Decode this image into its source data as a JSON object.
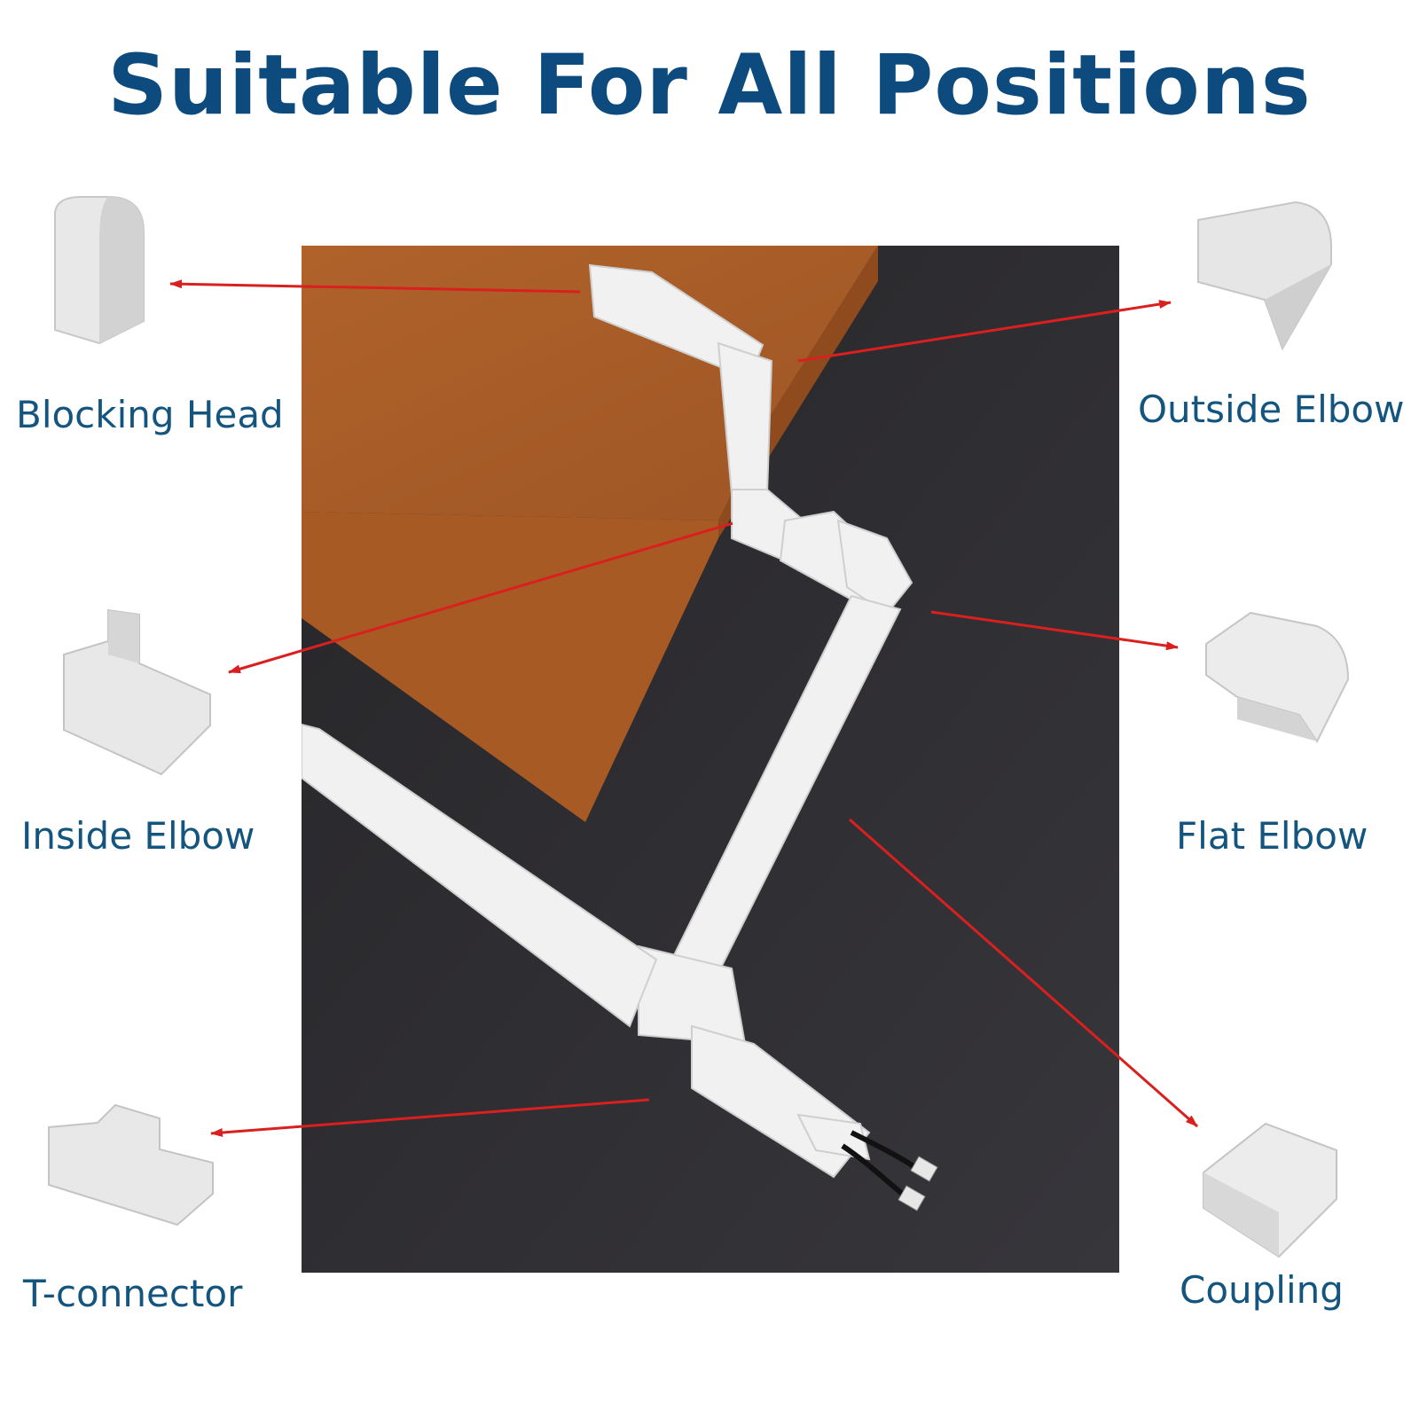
{
  "title": "Suitable For All Positions",
  "colors": {
    "title": "#0d4a7d",
    "label": "#14557f",
    "arrow": "#d9201f",
    "backdrop": "#2e2d31",
    "box": "#a55a26",
    "raceway": "#efefef"
  },
  "parts": [
    {
      "id": "blocking-head",
      "label": "Blocking Head"
    },
    {
      "id": "outside-elbow",
      "label": "Outside Elbow"
    },
    {
      "id": "inside-elbow",
      "label": "Inside Elbow"
    },
    {
      "id": "flat-elbow",
      "label": "Flat Elbow"
    },
    {
      "id": "t-connector",
      "label": "T-connector"
    },
    {
      "id": "coupling",
      "label": "Coupling"
    }
  ]
}
